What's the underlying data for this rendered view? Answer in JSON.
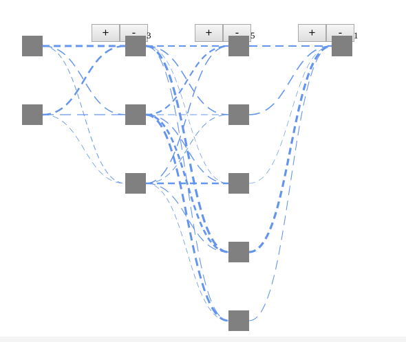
{
  "layers": [
    {
      "id": "layer-0",
      "nodes": 2,
      "controls": null
    },
    {
      "id": "layer-1",
      "nodes": 3,
      "controls": {
        "add_label": "+",
        "remove_label": "-",
        "count": "3"
      }
    },
    {
      "id": "layer-2",
      "nodes": 5,
      "controls": {
        "add_label": "+",
        "remove_label": "-",
        "count": "5"
      }
    },
    {
      "id": "layer-3",
      "nodes": 1,
      "controls": {
        "add_label": "+",
        "remove_label": "-",
        "count": "1"
      }
    }
  ],
  "colors": {
    "node": "#808080",
    "edge": "#6495ed",
    "background": "#ffffff"
  }
}
